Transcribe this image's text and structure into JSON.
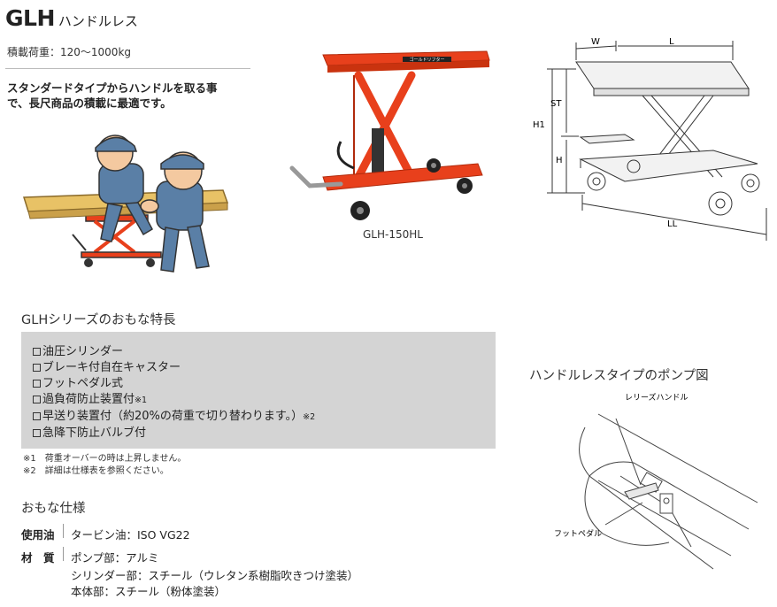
{
  "header": {
    "model": "GLH",
    "model_sub": "ハンドルレス",
    "capacity": "積載荷重：120～1000kg",
    "tagline_1": "スタンダードタイプからハンドルを取る事",
    "tagline_2": "で、長尺商品の積載に最適です。"
  },
  "product": {
    "caption": "GLH-150HL",
    "tabletop_label": "ゴールドリフター"
  },
  "dimensions": {
    "w": "W",
    "l": "L",
    "st": "ST",
    "h1": "H1",
    "h": "H",
    "ll": "LL"
  },
  "features": {
    "title": "GLHシリーズのおもな特長",
    "items": [
      {
        "text": "油圧シリンダー",
        "mark": ""
      },
      {
        "text": "ブレーキ付自在キャスター",
        "mark": ""
      },
      {
        "text": "フットペダル式",
        "mark": ""
      },
      {
        "text": "過負荷防止装置付",
        "mark": "※1"
      },
      {
        "text": "早送り装置付（約20%の荷重で切り替わります。）",
        "mark": "※2"
      },
      {
        "text": "急降下防止バルブ付",
        "mark": ""
      }
    ],
    "notes": [
      "※1　荷重オーバーの時は上昇しません。",
      "※2　詳細は仕様表を参照ください。"
    ]
  },
  "specs": {
    "title": "おもな仕様",
    "oil_label": "使用油",
    "oil_value": "タービン油：ISO VG22",
    "material_label": "材　質",
    "material_values": [
      "ポンプ部：アルミ",
      "シリンダー部：スチール（ウレタン系樹脂吹きつけ塗装）",
      "本体部：スチール（粉体塗装）"
    ]
  },
  "pump": {
    "title": "ハンドルレスタイプのポンプ図",
    "release_label": "レリーズハンドル",
    "pedal_label": "フットペダル"
  },
  "colors": {
    "lift_red": "#e8401c",
    "feature_bg": "#d4d4d4",
    "worker_blue": "#5a7fa6",
    "wood": "#e8c266"
  }
}
